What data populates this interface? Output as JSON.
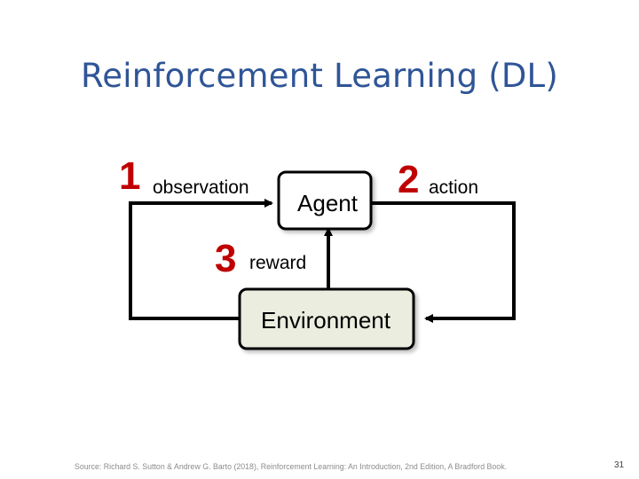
{
  "slide": {
    "title": "Reinforcement Learning (DL)",
    "source": "Source: Richard S. Sutton & Andrew G. Barto (2018), Reinforcement Learning: An Introduction, 2nd Edition, A Bradford Book.",
    "page_number": "31"
  },
  "diagram": {
    "agent_label": "Agent",
    "environment_label": "Environment",
    "steps": [
      {
        "number": "1",
        "label": "observation"
      },
      {
        "number": "2",
        "label": "action"
      },
      {
        "number": "3",
        "label": "reward"
      }
    ],
    "colors": {
      "step_number": "#c00000",
      "environment_fill": "#ebeddf",
      "agent_fill": "#ffffff",
      "title": "#2f5597"
    }
  }
}
